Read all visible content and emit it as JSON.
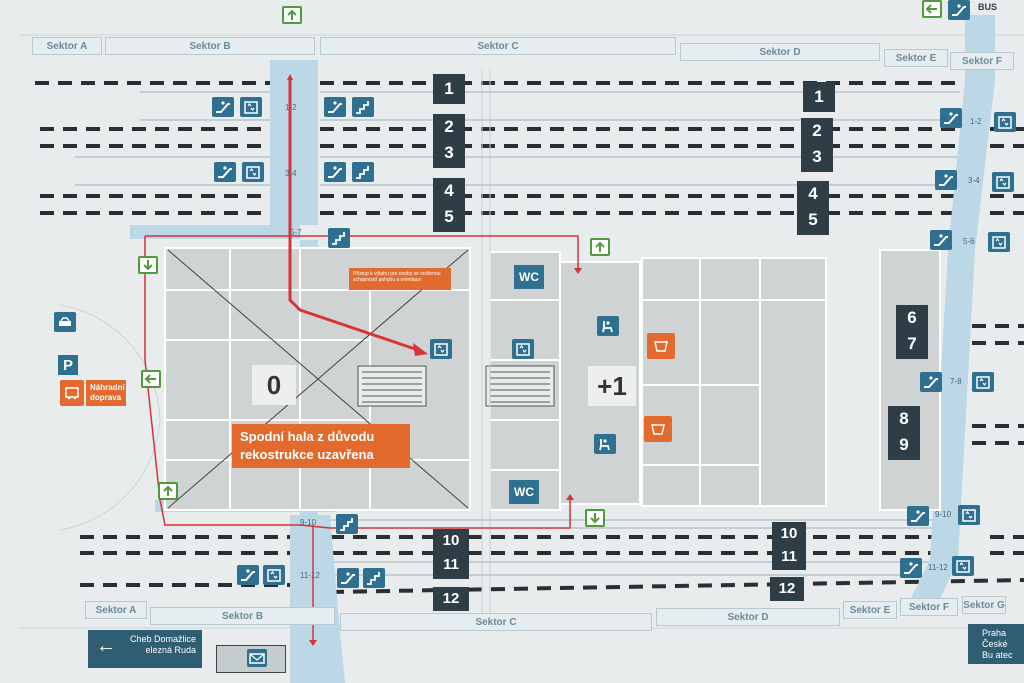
{
  "sectors_top": [
    "Sektor A",
    "Sektor B",
    "Sektor C",
    "Sektor D",
    "Sektor E",
    "Sektor F"
  ],
  "sectors_bottom": [
    "Sektor A",
    "Sektor B",
    "Sektor C",
    "Sektor D",
    "Sektor E",
    "Sektor F",
    "Sektor G"
  ],
  "bus_label": "BUS",
  "platforms": {
    "p1": "1",
    "p2": "2",
    "p3": "3",
    "p4": "4",
    "p5": "5",
    "p6": "6",
    "p7": "7",
    "p8": "8",
    "p9": "9",
    "p10": "10",
    "p11": "11",
    "p12": "12"
  },
  "track_labels": {
    "w_1_2": "1-2",
    "w_3_4": "3-4",
    "w_5_7": "5-7",
    "w_9_10": "9-10",
    "w_11_12": "11-12",
    "e_1_2": "1-2",
    "e_3_4": "3-4",
    "e_5_6": "5-6",
    "e_7_8": "7-8",
    "e_9_10": "9-10",
    "e_11_12": "11-12"
  },
  "hall": {
    "floor_ground": "0",
    "floor_upper": "+1",
    "closed_notice": "Spodní hala z důvodu rekostrukce uzavřena",
    "lift_note": "Přístup k výtahu pro osoby se sníženou schopností pohybu a orientace",
    "wc": "WC"
  },
  "transport": {
    "parking": "P",
    "replacement": "Náhradní doprava"
  },
  "destinations": {
    "west": "Cheb Domažlice elezná Ruda",
    "east": "Praha České Bu atec"
  },
  "icon_names": [
    "escalator-icon",
    "lift-icon",
    "stairs-icon",
    "exit-icon",
    "wc-icon",
    "seating-icon",
    "shop-icon",
    "taxi-icon",
    "mail-icon"
  ],
  "colors": {
    "route": "#d8323a",
    "underpass": "#bcd7e6",
    "platform_number": "#2f3d47",
    "notice": "#e36a2d",
    "pictogram": "#2f6f8f",
    "exit": "#4f9a3e"
  }
}
